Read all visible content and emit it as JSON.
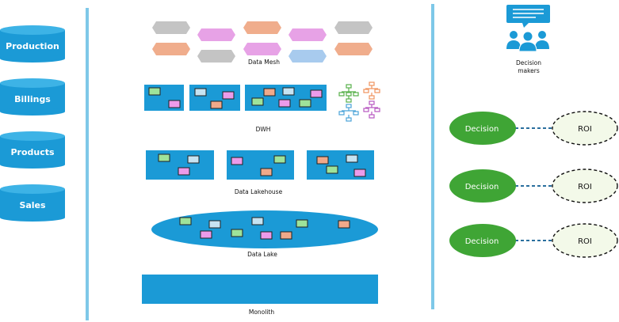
{
  "sources": [
    {
      "label": "Production"
    },
    {
      "label": "Billings"
    },
    {
      "label": "Products"
    },
    {
      "label": "Sales"
    }
  ],
  "layers": {
    "mesh": "Data Mesh",
    "dwh": "DWH",
    "lakehouse": "Data Lakehouse",
    "lake": "Data Lake",
    "monolith": "Monolith"
  },
  "decision_makers": {
    "line1": "Decision",
    "line2": "makers"
  },
  "decisions": [
    {
      "decision": "Decision",
      "roi": "ROI"
    },
    {
      "decision": "Decision",
      "roi": "ROI"
    },
    {
      "decision": "Decision",
      "roi": "ROI"
    }
  ],
  "colors": {
    "blue": "#1b9ad6",
    "divider": "#7ec8e8",
    "decision_green": "#3fa535",
    "roi_fill": "#f3f9e9",
    "chip_green": "#9ee39a",
    "chip_lightblue": "#c6e3f2",
    "chip_pink": "#ec9bea",
    "chip_orange": "#f0a98a",
    "hex_gray": "#c4c4c4",
    "hex_pink": "#e7a2e6",
    "hex_orange": "#f0ad8c",
    "hex_blue": "#a8cbee"
  }
}
